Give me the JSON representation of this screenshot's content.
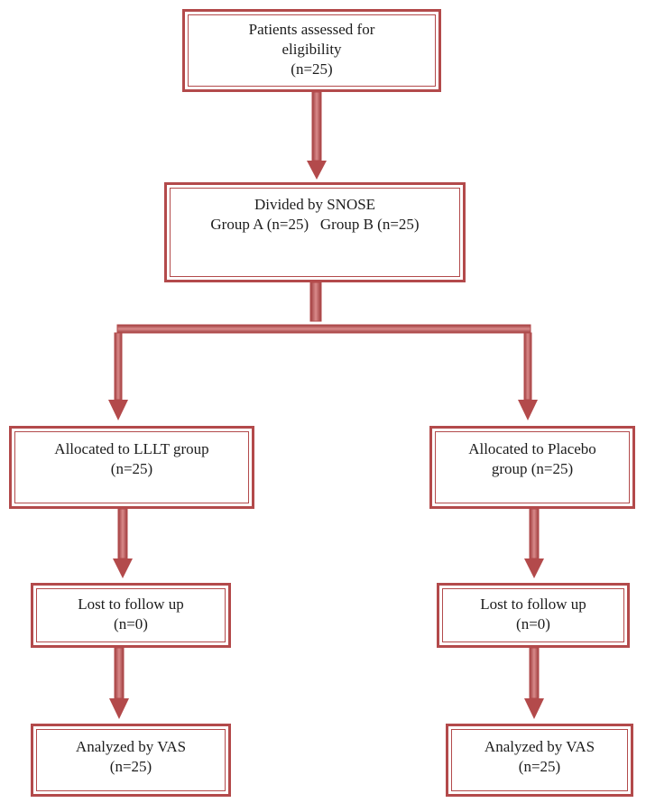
{
  "colors": {
    "accent": "#b34a4b",
    "accent_light": "#d98a8a",
    "text": "#1c1c1c"
  },
  "boxes": {
    "eligibility": {
      "lines": [
        "Patients assessed for",
        "eligibility",
        "(n=25)"
      ]
    },
    "divided": {
      "lines": [
        "Divided by SNOSE",
        "Group A (n=25)   Group B (n=25)"
      ]
    },
    "lllt": {
      "lines": [
        "Allocated to LLLT group",
        "(n=25)"
      ]
    },
    "placebo": {
      "lines": [
        "Allocated to Placebo",
        "group (n=25)"
      ]
    },
    "lost_a": {
      "lines": [
        "Lost to follow up",
        "(n=0)"
      ]
    },
    "lost_b": {
      "lines": [
        "Lost to follow up",
        "(n=0)"
      ]
    },
    "analyzed_a": {
      "lines": [
        "Analyzed by VAS",
        "(n=25)"
      ]
    },
    "analyzed_b": {
      "lines": [
        "Analyzed by VAS",
        "(n=25)"
      ]
    }
  }
}
